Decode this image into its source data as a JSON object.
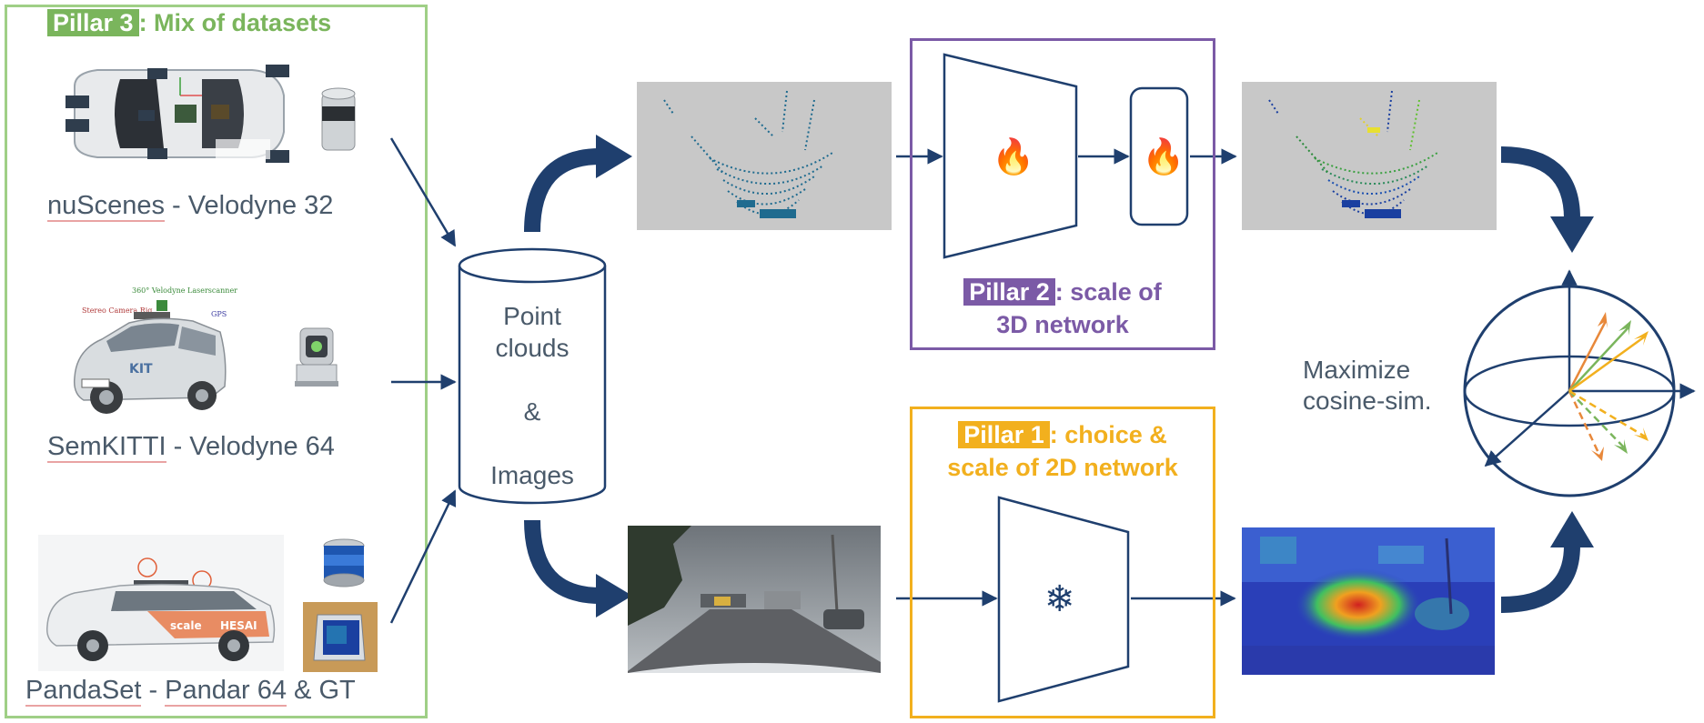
{
  "pillar3": {
    "tag": "Pillar 3",
    "text": ": Mix of datasets",
    "datasets": [
      {
        "name": "nuScenes",
        "sensor": " - Velodyne 32"
      },
      {
        "name": "SemKITTI",
        "sensor": " - Velodyne 64"
      },
      {
        "name": "PandaSet",
        "sep": " - ",
        "sensor": "Pandar 64",
        "rest": " & GT"
      }
    ],
    "semkitti_labels": {
      "lidar": "360° Velodyne Laserscanner",
      "stereo": "Stereo Camera Rig",
      "gps": "GPS"
    }
  },
  "database": {
    "line1": "Point",
    "line2": "clouds",
    "line3": "&",
    "line4": "Images"
  },
  "pillar2": {
    "tag": "Pillar 2",
    "text1": ": scale of",
    "text2": "3D network"
  },
  "pillar1": {
    "tag": "Pillar 1",
    "text1": ": choice &",
    "text2": "scale of 2D network"
  },
  "objective": {
    "line1": "Maximize",
    "line2": "cosine-sim."
  },
  "icons": {
    "flame": "🔥",
    "snowflake": "❄"
  },
  "colors": {
    "green": "#7ab55c",
    "purple": "#7b5aa6",
    "orange": "#f2b01e",
    "navy": "#1f3f6e",
    "text": "#4a5a6a"
  }
}
